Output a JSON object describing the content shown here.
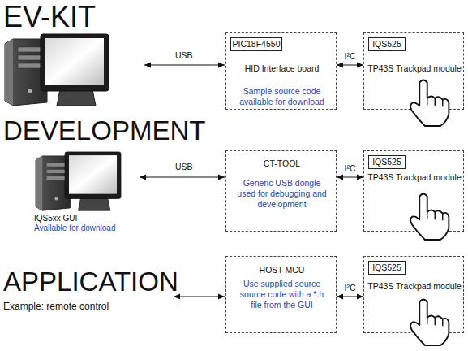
{
  "diagram": {
    "nodes": [
      {
        "text": [
          "HID Interface board",
          "Sample source code available for download"
        ]
      },
      {
        "text": [
          "PIC18F4550"
        ],
        "in": 0
      },
      {
        "text": [
          "TP43S Trackpad module"
        ]
      },
      {
        "text": [
          "IQS525"
        ],
        "in": 2
      },
      {
        "text": [
          "CT-TOOL",
          "Generic USB dongle used for debugging and development"
        ]
      },
      {
        "text": [
          "TP43S Trackpad module"
        ]
      },
      {
        "text": [
          "IQS525"
        ],
        "in": 5
      },
      {
        "text": [
          "HOST MCU",
          "Use supplied source source code with a *.h file from the GUI"
        ]
      },
      {
        "text": [
          "TP43S Trackpad module"
        ]
      },
      {
        "text": [
          "IQS525"
        ],
        "in": 8
      }
    ],
    "edges": [
      {
        "from": 0,
        "to": 2,
        "label": "I²C",
        "arrow": "both"
      },
      {
        "from": 4,
        "to": 5,
        "label": "I²C",
        "arrow": "both"
      },
      {
        "from": 7,
        "to": 8,
        "label": "I²C",
        "arrow": "both"
      }
    ],
    "labels": [
      "EV-KIT",
      "USB",
      "DEVELOPMENT",
      "USB",
      "IQS5xx GUI",
      "Available for download",
      "APPLICATION",
      "Example: remote control"
    ]
  }
}
